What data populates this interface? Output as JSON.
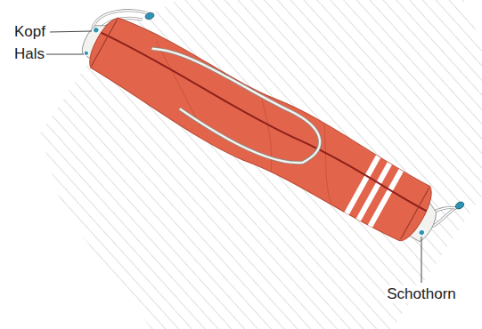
{
  "diagram": {
    "labels": [
      "Kopf",
      "Hals",
      "Schothorn"
    ]
  }
}
